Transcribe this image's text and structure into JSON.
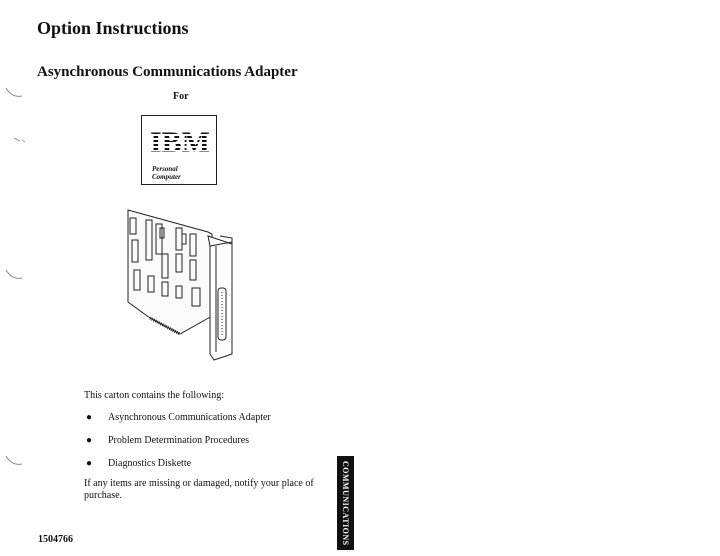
{
  "header": {
    "title": "Option Instructions",
    "subtitle": "Asynchronous Communications Adapter",
    "for_label": "For"
  },
  "logo": {
    "brand": "IBM",
    "line1": "Personal",
    "line2": "Computer"
  },
  "contents": {
    "intro": "This carton contains the following:",
    "items": [
      "Asynchronous Communications Adapter",
      "Problem Determination Procedures",
      "Diagnostics Diskette"
    ],
    "note": "If any items are missing or damaged, notify your place of purchase."
  },
  "footer": {
    "doc_number": "1504766"
  },
  "side_tab": {
    "label": "COMMUNICATIONS"
  },
  "colors": {
    "ink": "#111111",
    "paper": "#ffffff"
  }
}
